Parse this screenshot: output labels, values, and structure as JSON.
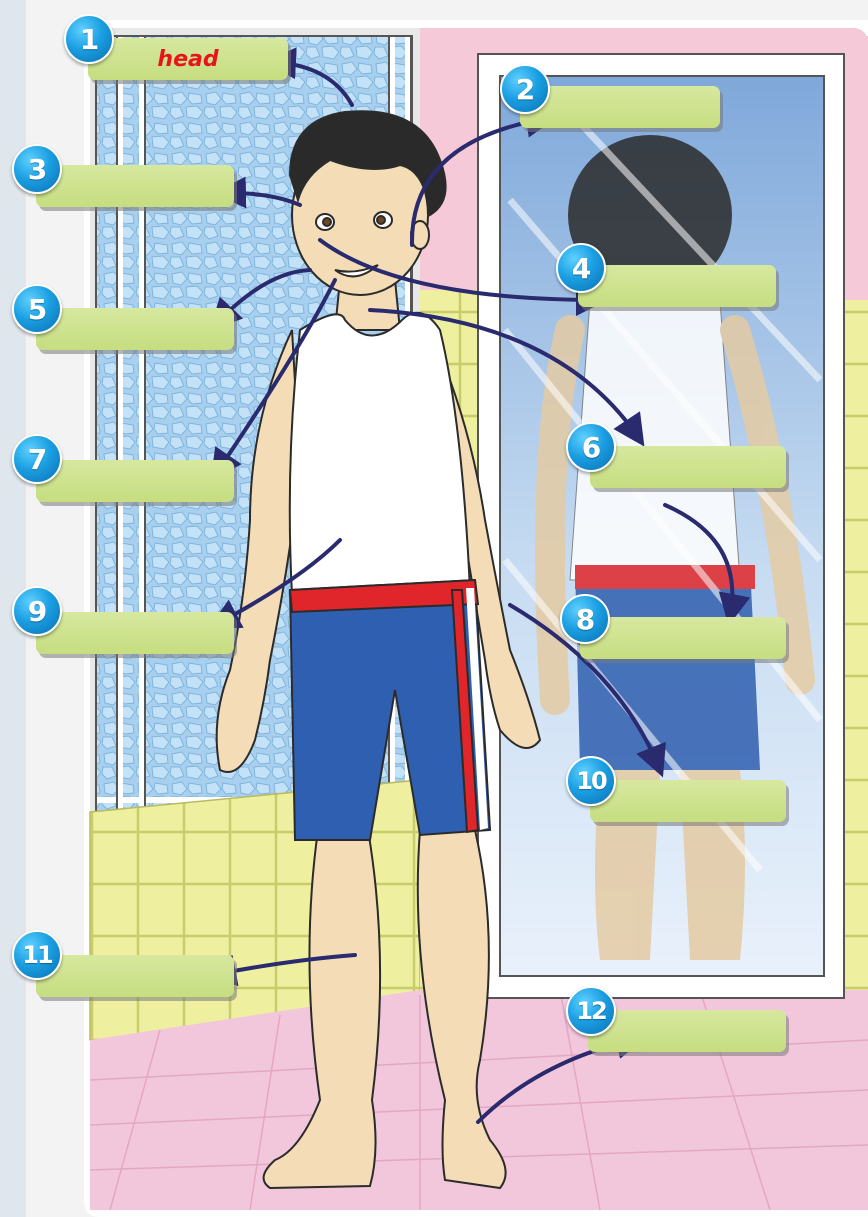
{
  "labels": [
    {
      "number": "1",
      "text": "head"
    },
    {
      "number": "2",
      "text": ""
    },
    {
      "number": "3",
      "text": ""
    },
    {
      "number": "4",
      "text": ""
    },
    {
      "number": "5",
      "text": ""
    },
    {
      "number": "6",
      "text": ""
    },
    {
      "number": "7",
      "text": ""
    },
    {
      "number": "8",
      "text": ""
    },
    {
      "number": "9",
      "text": ""
    },
    {
      "number": "10",
      "text": ""
    },
    {
      "number": "11",
      "text": ""
    },
    {
      "number": "12",
      "text": ""
    }
  ],
  "colors": {
    "label_fill": "#c9df85",
    "label_text": "#e8141b",
    "badge": "#1b9fe2",
    "arrow": "#2a2a6e",
    "wall_pink": "#f6c9d8",
    "wall_yellow": "#eef0a0",
    "floor": "#f2c7dc",
    "window_glass": "#a9d2ee",
    "shorts": "#2f5fb0",
    "shorts_band": "#e0262a",
    "skin": "#f4dcb6"
  }
}
